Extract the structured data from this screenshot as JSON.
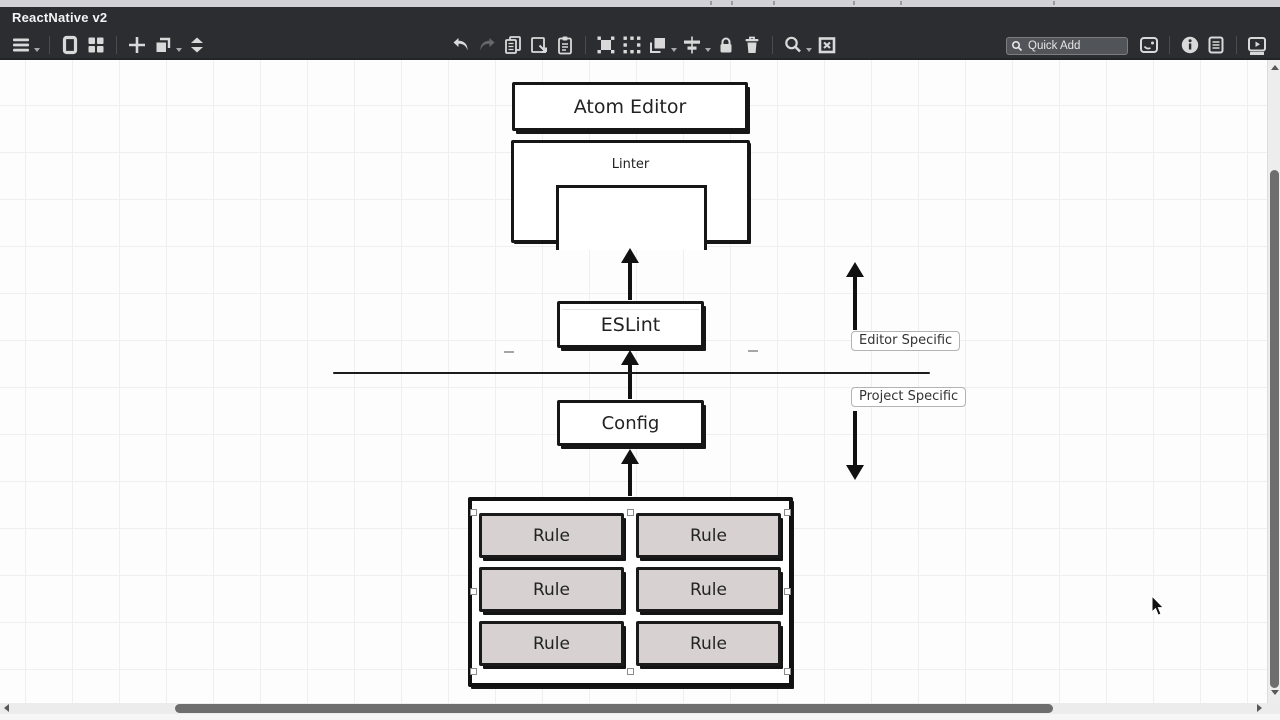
{
  "window": {
    "title": "ReactNative v2"
  },
  "toolbar": {
    "quick_add": {
      "placeholder": "Quick Add"
    },
    "left_icons": [
      "menu",
      "panel-single",
      "panel-grid",
      "add",
      "duplicate",
      "reorder"
    ],
    "center_icons": [
      "undo",
      "redo",
      "copy",
      "paste-style",
      "clipboard",
      "group",
      "ungroup",
      "layers",
      "align",
      "lock",
      "trash",
      "zoom",
      "export-region"
    ],
    "right_icons": [
      "ui-library",
      "info",
      "notes",
      "present"
    ]
  },
  "canvas": {
    "diagram": {
      "nodes": {
        "atom_editor": "Atom Editor",
        "linter": "Linter",
        "eslint": "ESLint",
        "config": "Config"
      },
      "rule_label": "Rule",
      "rule_count": 6,
      "annotations": {
        "editor_specific": "Editor Specific",
        "project_specific": "Project Specific"
      }
    }
  },
  "colors": {
    "header_bg": "#2b2d31",
    "canvas_bg": "#fdfdfd",
    "grid_line": "#efeff2",
    "ink": "#161616",
    "rule_fill": "#d7d1d2",
    "scroll_thumb": "#6e6e6e"
  }
}
